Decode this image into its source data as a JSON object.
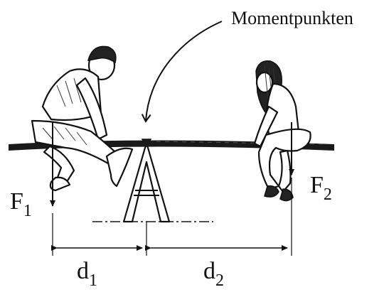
{
  "diagram": {
    "pivot_label": "Momentpunkten",
    "force_left": {
      "symbol": "F",
      "subscript": "1"
    },
    "force_right": {
      "symbol": "F",
      "subscript": "2"
    },
    "distance_left": {
      "symbol": "d",
      "subscript": "1"
    },
    "distance_right": {
      "symbol": "d",
      "subscript": "2"
    },
    "left_figure": "boy-on-seesaw",
    "right_figure": "girl-on-seesaw",
    "colors": {
      "ink": "#111111",
      "background": "#ffffff"
    }
  }
}
